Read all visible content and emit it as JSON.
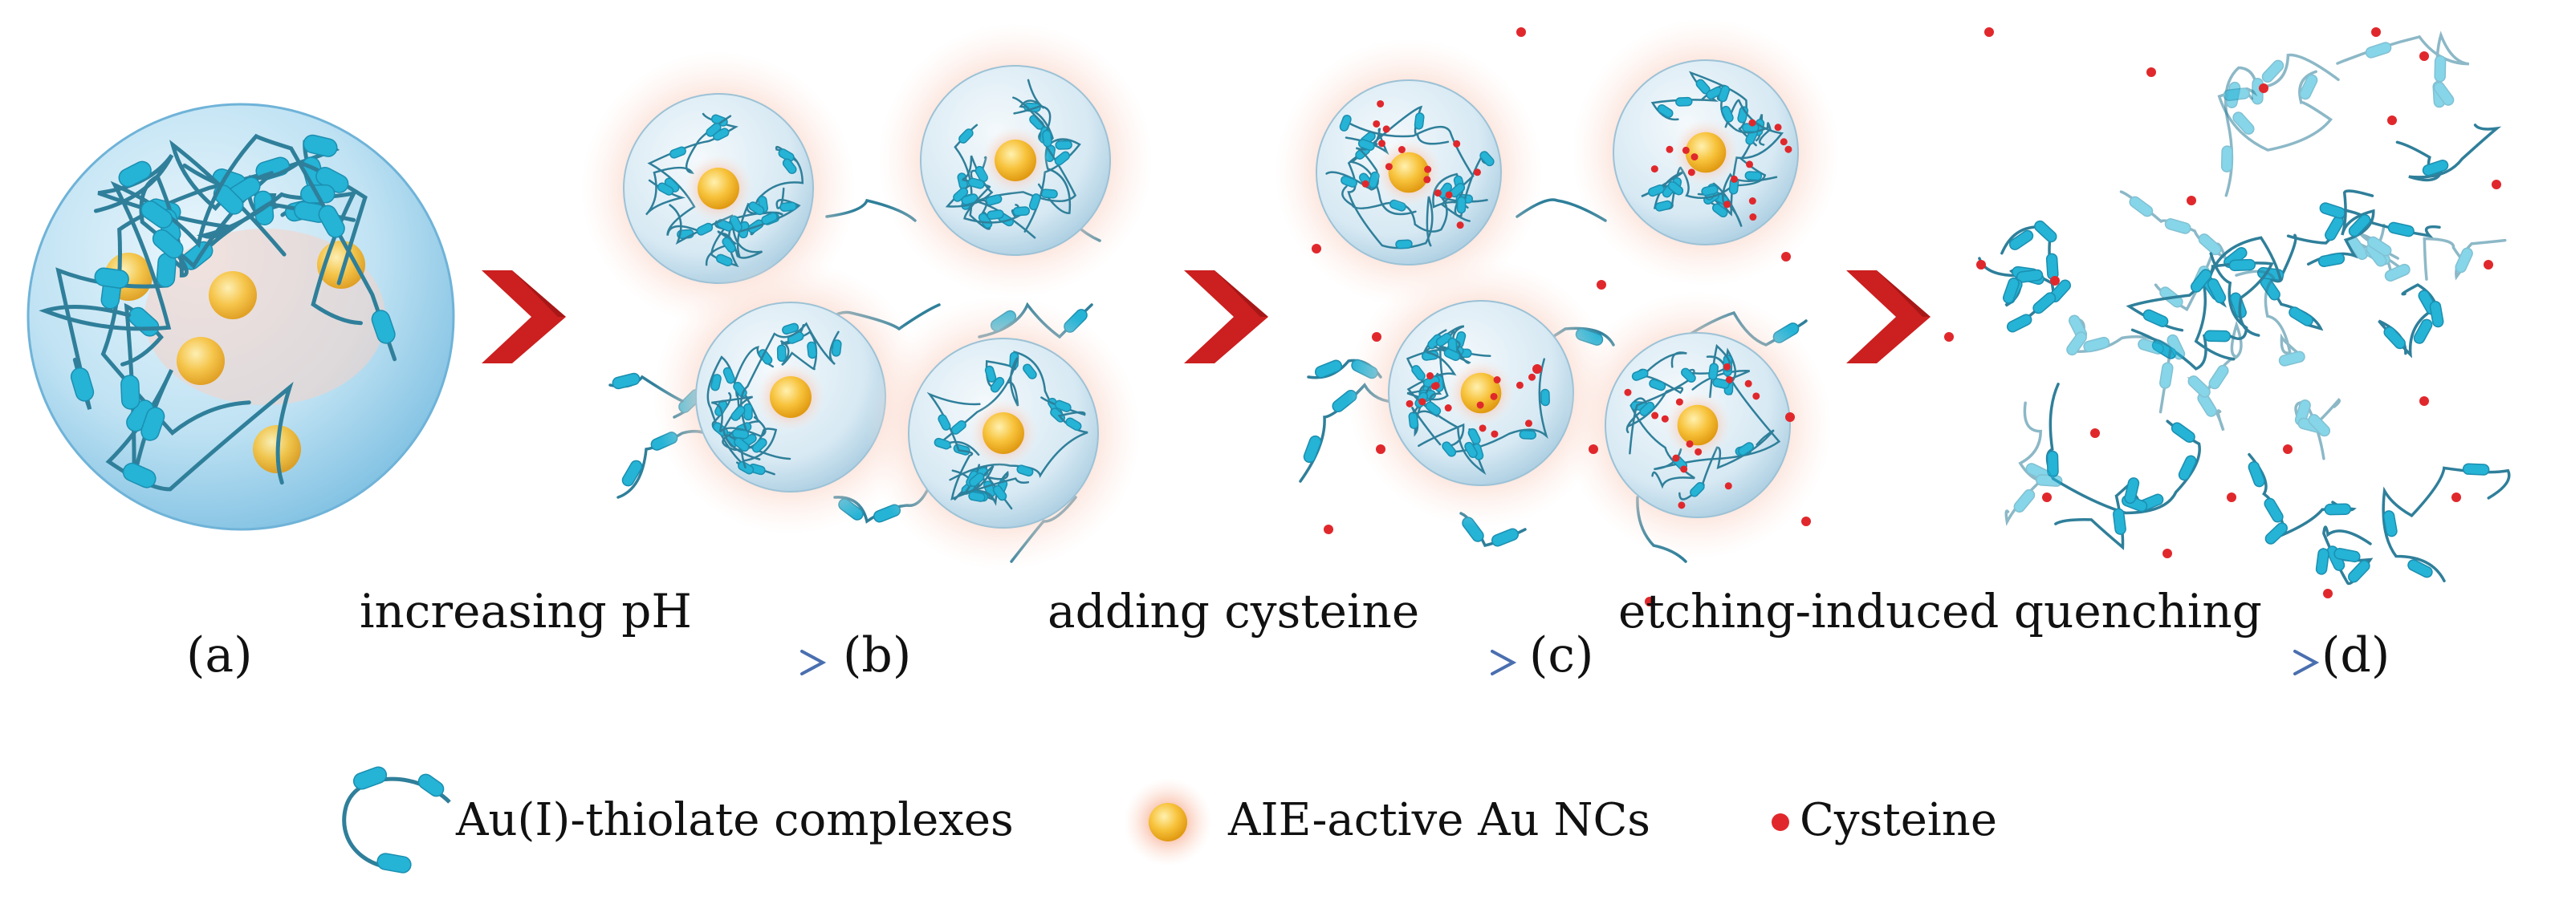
{
  "stages": [
    {
      "id": "a",
      "label": "(a)"
    },
    {
      "id": "b",
      "label": "(b)"
    },
    {
      "id": "c",
      "label": "(c)"
    },
    {
      "id": "d",
      "label": "(d)"
    }
  ],
  "transitions": [
    {
      "from": "a",
      "to": "b",
      "label": "increasing pH"
    },
    {
      "from": "b",
      "to": "c",
      "label": "adding cysteine"
    },
    {
      "from": "c",
      "to": "d",
      "label": "etching-induced quenching"
    }
  ],
  "legend": [
    {
      "key": "complex",
      "label": "Au(I)-thiolate complexes",
      "icon": "strand-icon"
    },
    {
      "key": "nc",
      "label": "AIE-active Au NCs",
      "icon": "glowing-gold-dot-icon"
    },
    {
      "key": "cys",
      "label": "Cysteine",
      "icon": "red-dot-icon"
    }
  ],
  "colors": {
    "strand": "#2f7f9a",
    "segment": "#25b3d6",
    "gold": "#f5b62a",
    "glow": "#f7c7b6",
    "cysteine": "#e0282c",
    "chevron": "#cc1f1f",
    "arrow": "#4a6fb0",
    "sphere": "#a9d6ee"
  }
}
